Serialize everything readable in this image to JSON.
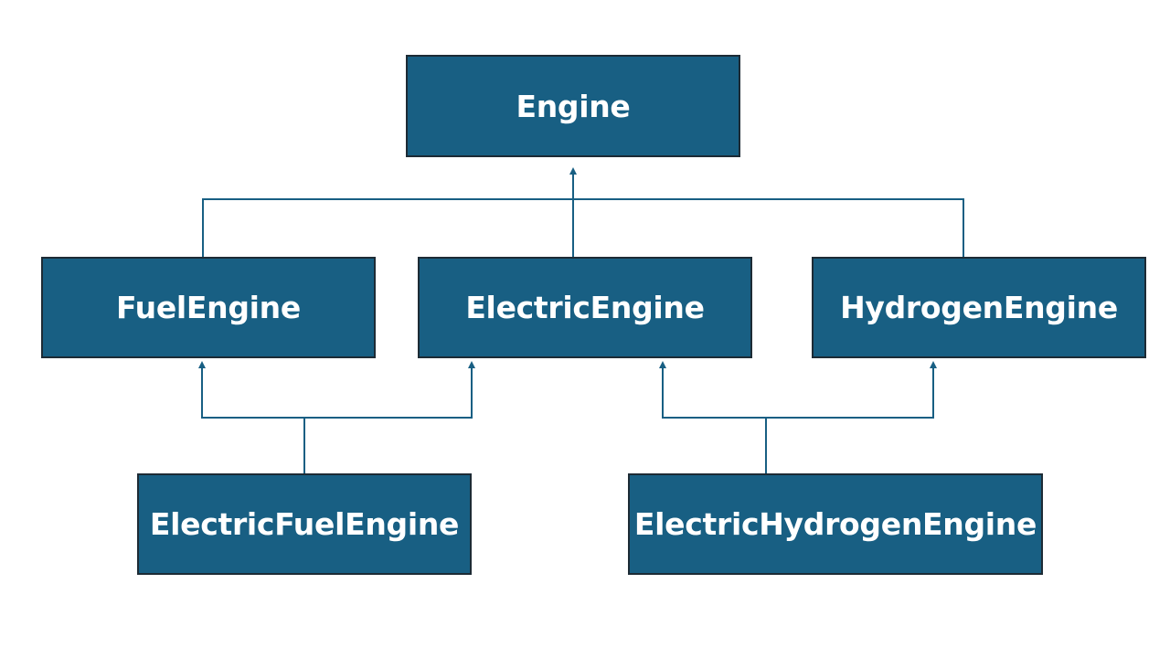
{
  "colors": {
    "node_fill": "#185f83",
    "node_border": "#1d2b35",
    "node_text": "#ffffff",
    "connector": "#185f83"
  },
  "nodes": {
    "engine": {
      "label": "Engine"
    },
    "fuel_engine": {
      "label": "FuelEngine"
    },
    "electric_engine": {
      "label": "ElectricEngine"
    },
    "hydrogen_engine": {
      "label": "HydrogenEngine"
    },
    "electric_fuel_engine": {
      "label": "ElectricFuelEngine"
    },
    "electric_hydrogen_engine": {
      "label": "ElectricHydrogenEngine"
    }
  },
  "edges": [
    {
      "from": "fuel_engine",
      "to": "engine"
    },
    {
      "from": "electric_engine",
      "to": "engine"
    },
    {
      "from": "hydrogen_engine",
      "to": "engine"
    },
    {
      "from": "electric_fuel_engine",
      "to": "fuel_engine"
    },
    {
      "from": "electric_fuel_engine",
      "to": "electric_engine"
    },
    {
      "from": "electric_hydrogen_engine",
      "to": "electric_engine"
    },
    {
      "from": "electric_hydrogen_engine",
      "to": "hydrogen_engine"
    }
  ]
}
